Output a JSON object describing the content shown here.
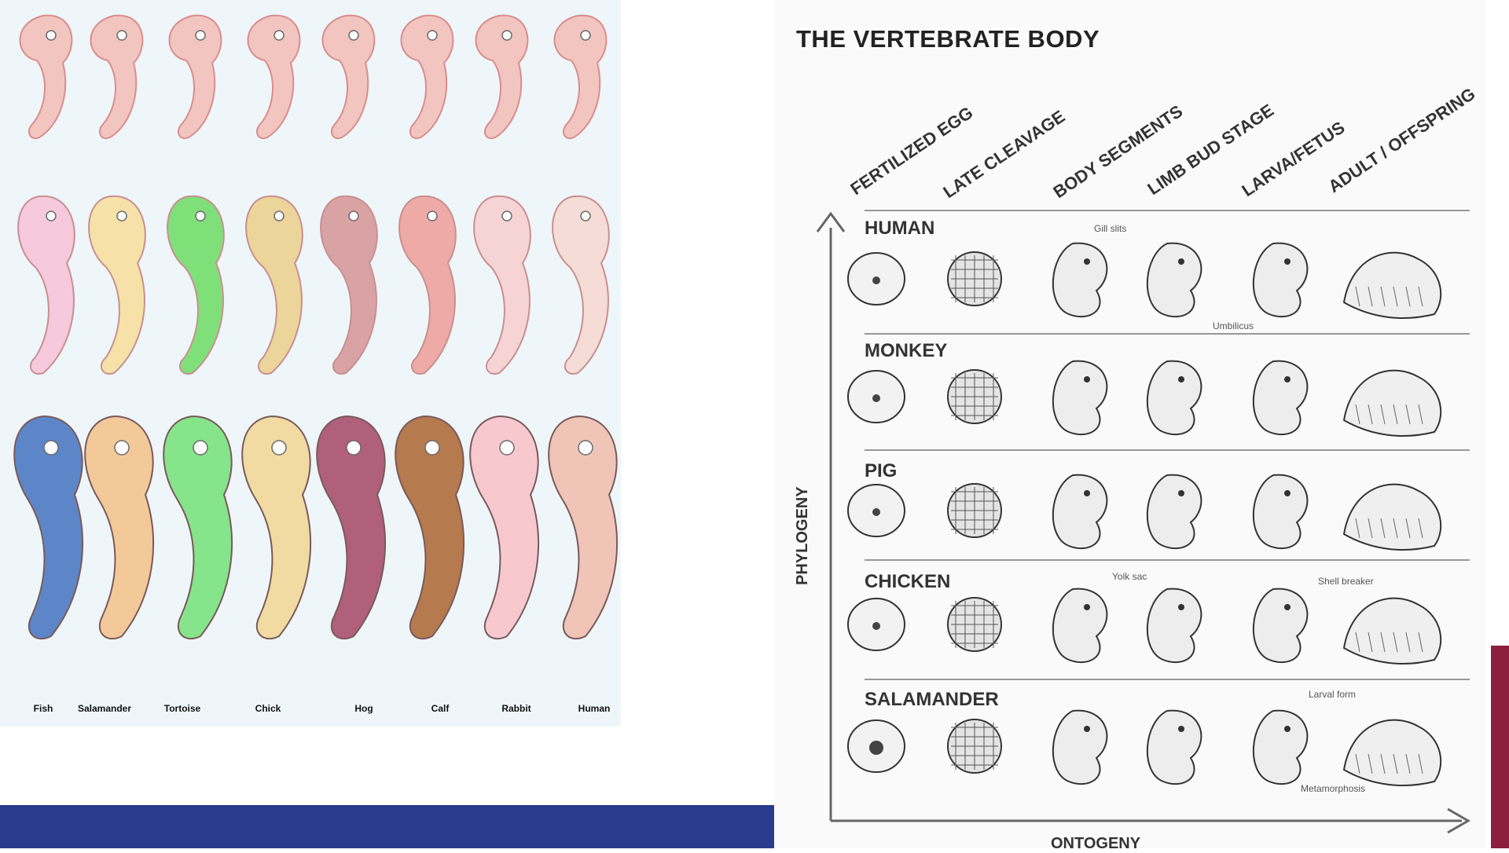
{
  "left_figure": {
    "species": [
      "Fish",
      "Salamander",
      "Tortoise",
      "Chick",
      "Hog",
      "Calf",
      "Rabbit",
      "Human"
    ],
    "rows": 3
  },
  "right_figure": {
    "title": "THE VERTEBRATE BODY",
    "stages": [
      "FERTILIZED EGG",
      "LATE CLEAVAGE",
      "BODY SEGMENTS",
      "LIMB BUD STAGE",
      "LARVA/FETUS",
      "ADULT / OFFSPRING"
    ],
    "organisms": [
      "HUMAN",
      "MONKEY",
      "PIG",
      "CHICKEN",
      "SALAMANDER"
    ],
    "y_axis": "PHYLOGENY",
    "x_axis": "ONTOGENY",
    "notes": {
      "gill_slits": "Gill slits",
      "umbilicus": "Umbilicus",
      "yolk_sac": "Yolk sac",
      "shell_breaker": "Shell breaker",
      "larval_form": "Larval form",
      "metamorphosis": "Metamorphosis"
    }
  },
  "colors": {
    "band": "#2a3a8c",
    "accent": "#8c1f3e"
  }
}
